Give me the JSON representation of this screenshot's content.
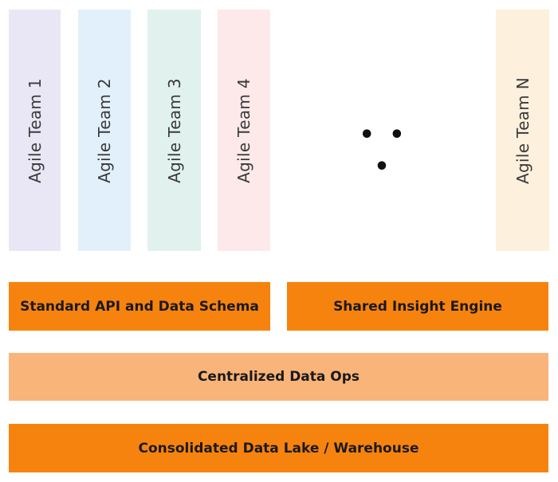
{
  "teams": [
    {
      "label": "Agile Team 1",
      "color": "#e9e6f5"
    },
    {
      "label": "Agile Team 2",
      "color": "#e2f0fb"
    },
    {
      "label": "Agile Team 3",
      "color": "#e1f1ee"
    },
    {
      "label": "Agile Team 4",
      "color": "#fde9ea"
    },
    {
      "label": "Agile Team  N",
      "color": "#fdf0dd"
    }
  ],
  "ellipsis": "• • •",
  "layers": {
    "api": {
      "label": "Standard API and Data Schema",
      "color": "#f7830f"
    },
    "insight": {
      "label": "Shared Insight Engine",
      "color": "#f7830f"
    },
    "dataops": {
      "label": "Centralized Data Ops",
      "color": "#f9b47a"
    },
    "datalake": {
      "label": "Consolidated Data Lake / Warehouse",
      "color": "#f7830f"
    }
  }
}
